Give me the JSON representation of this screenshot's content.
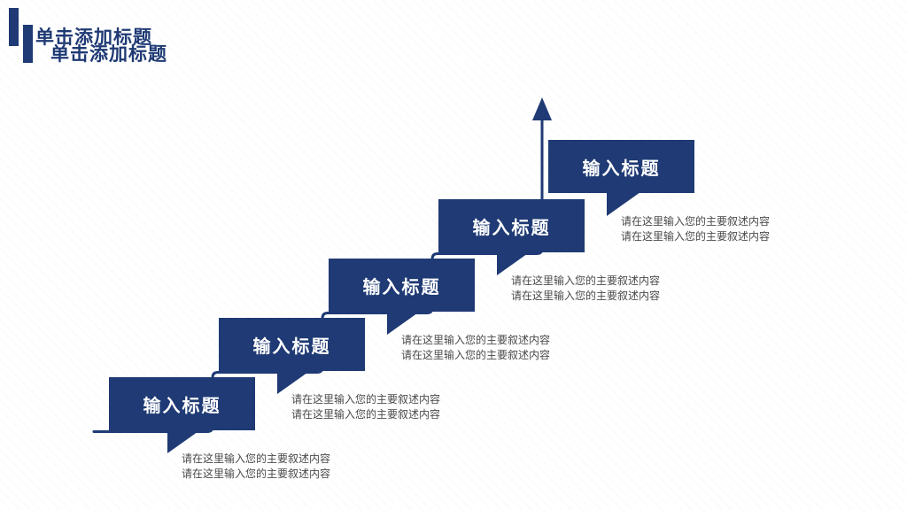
{
  "header": {
    "title_line1": "单击添加标题",
    "title_line2": "单击添加标题"
  },
  "colors": {
    "accent": "#1f3a74",
    "step_title_text": "#ffffff",
    "description_text": "#4a4a4a",
    "background": "#ffffff"
  },
  "diagram": {
    "type": "ascending-staircase",
    "arrow_direction": "up",
    "steps": [
      {
        "title": "输入标题",
        "desc1": "请在这里输入您的主要叙述内容",
        "desc2": "请在这里输入您的主要叙述内容"
      },
      {
        "title": "输入标题",
        "desc1": "请在这里输入您的主要叙述内容",
        "desc2": "请在这里输入您的主要叙述内容"
      },
      {
        "title": "输入标题",
        "desc1": "请在这里输入您的主要叙述内容",
        "desc2": "请在这里输入您的主要叙述内容"
      },
      {
        "title": "输入标题",
        "desc1": "请在这里输入您的主要叙述内容",
        "desc2": "请在这里输入您的主要叙述内容"
      },
      {
        "title": "输入标题",
        "desc1": "请在这里输入您的主要叙述内容",
        "desc2": "请在这里输入您的主要叙述内容"
      }
    ]
  }
}
